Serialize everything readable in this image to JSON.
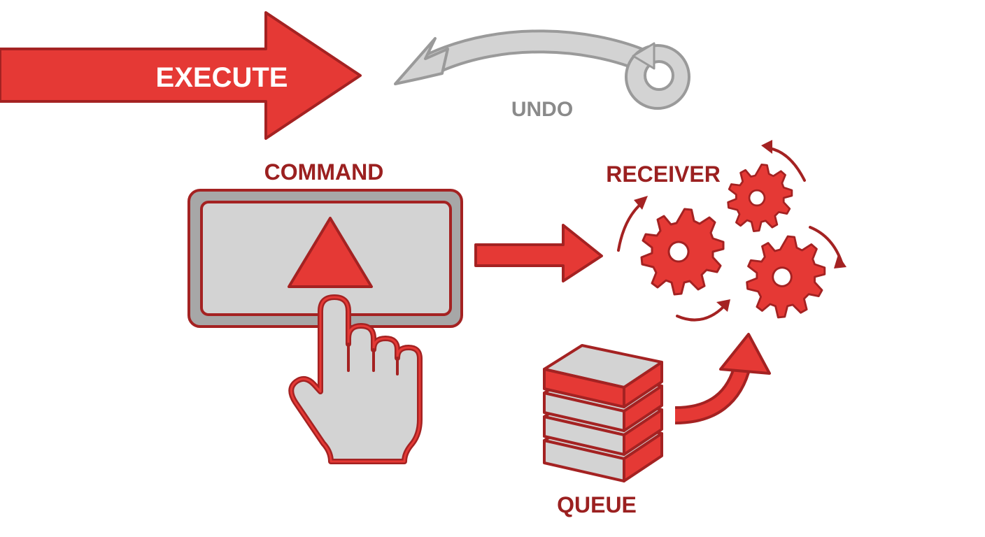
{
  "labels": {
    "execute": "EXECUTE",
    "undo": "UNDO",
    "command": "COMMAND",
    "receiver": "RECEIVER",
    "queue": "QUEUE"
  },
  "colors": {
    "accent_red": "#e53935",
    "dark_red": "#a42222",
    "label_red": "#9b2020",
    "light_gray": "#d3d3d3",
    "mid_gray": "#a7a7a7",
    "undo_text": "#8a8a8a",
    "background": "#ffffff"
  },
  "icons": {
    "execute": "execute-arrow-icon",
    "undo": "undo-arrow-icon",
    "command": "command-button-icon",
    "pointer": "pointing-hand-icon",
    "receiver": "gears-icon",
    "queue": "stacked-boxes-icon"
  }
}
